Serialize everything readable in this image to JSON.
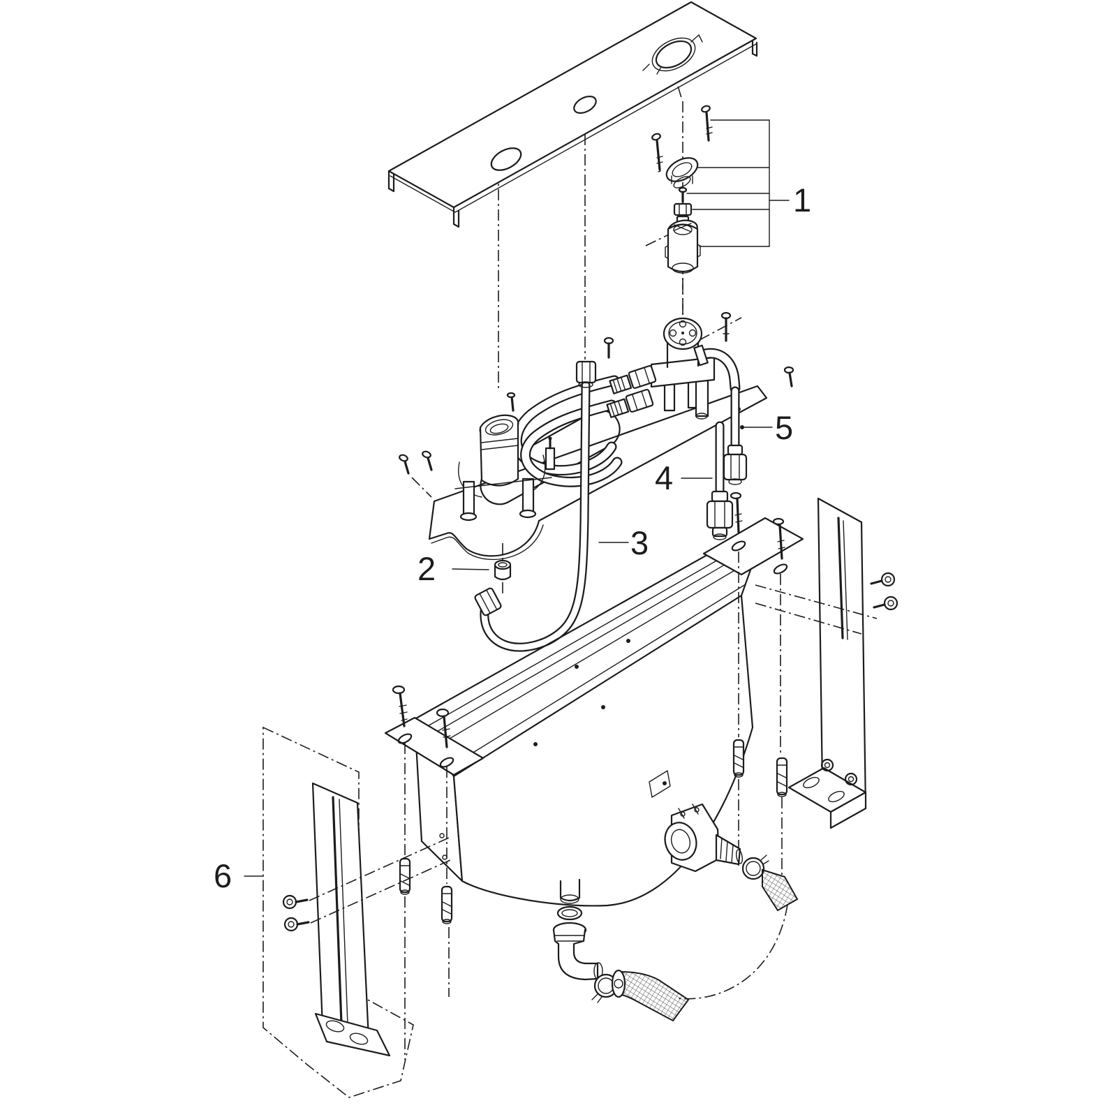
{
  "diagram": {
    "type": "exploded-assembly-technical-drawing",
    "background": "#ffffff",
    "line_color": "#1c1c1c"
  },
  "callouts": [
    {
      "label": "1"
    },
    {
      "label": "2"
    },
    {
      "label": "3"
    },
    {
      "label": "4"
    },
    {
      "label": "5"
    },
    {
      "label": "6"
    }
  ]
}
